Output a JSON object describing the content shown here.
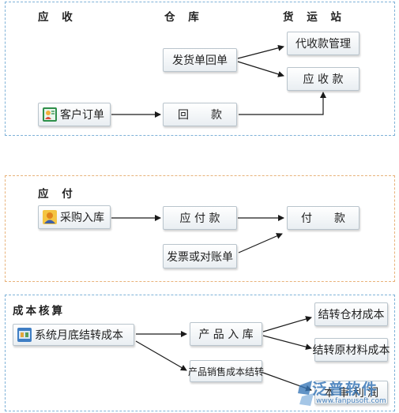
{
  "receivable": {
    "title": "应 收",
    "col_warehouse": "仓 库",
    "col_freight": "货 运 站",
    "customer_order": "客户订单",
    "delivery_receipt": "发货单回单",
    "payment_back": "回　　款",
    "cod_management": "代收款管理",
    "receivable_box": "应  收  款"
  },
  "payable": {
    "title": "应 付",
    "purchase_in": "采购入库",
    "payable_box": "应 付 款",
    "payment_box": "付　　款",
    "invoice_statement": "发票或对账单"
  },
  "costing": {
    "title": "成本核算",
    "month_end": "系统月底结转成本",
    "product_in": "产 品 入 库",
    "product_sales_cost": "产品销售成本结转",
    "transfer_material_cost": "结转仓材成本",
    "transfer_raw_cost": "结转原材料成本",
    "gross_profit": "本 审 利 润"
  },
  "watermark": {
    "brand": "泛普软件",
    "url": "www.fanpusoft.com"
  },
  "colors": {
    "section_blue": "#7fb2d8",
    "section_orange": "#e8b27a",
    "arrow": "#1a1a1a"
  }
}
